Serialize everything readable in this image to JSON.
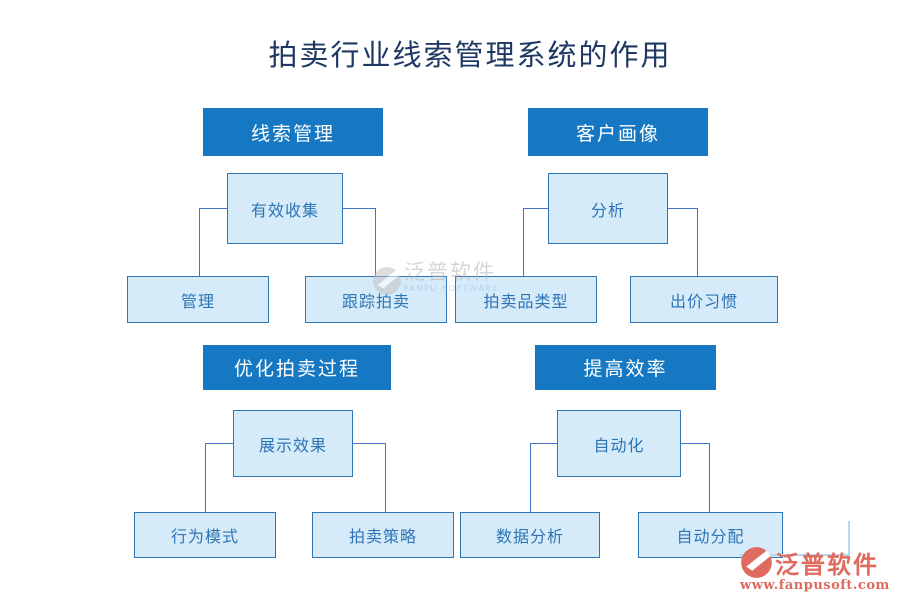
{
  "title": "拍卖行业线索管理系统的作用",
  "trees": [
    {
      "header": "线索管理",
      "mid": "有效收集",
      "leaves": [
        "管理",
        "跟踪拍卖"
      ]
    },
    {
      "header": "客户画像",
      "mid": "分析",
      "leaves": [
        "拍卖品类型",
        "出价习惯"
      ]
    },
    {
      "header": "优化拍卖过程",
      "mid": "展示效果",
      "leaves": [
        "行为模式",
        "拍卖策略"
      ]
    },
    {
      "header": "提高效率",
      "mid": "自动化",
      "leaves": [
        "数据分析",
        "自动分配"
      ]
    }
  ],
  "watermark_center": {
    "brand": "泛普软件",
    "caption": "FANPU SOFTWARE"
  },
  "brand_footer": {
    "brand": "泛普软件",
    "url": "www.fanpusoft.com"
  },
  "colors": {
    "header_bg": "#1678C2",
    "node_bg": "#D5EBF9",
    "node_border": "#2E75B6",
    "node_text": "#2E74B5",
    "connector": "#4472C4",
    "title_text": "#1F3864",
    "brand_coral": "#DF6A5E",
    "watermark_grey": "#B5B5B5",
    "watermark_blue": "#93BEE2",
    "corner_line": "#B7D6EF"
  }
}
